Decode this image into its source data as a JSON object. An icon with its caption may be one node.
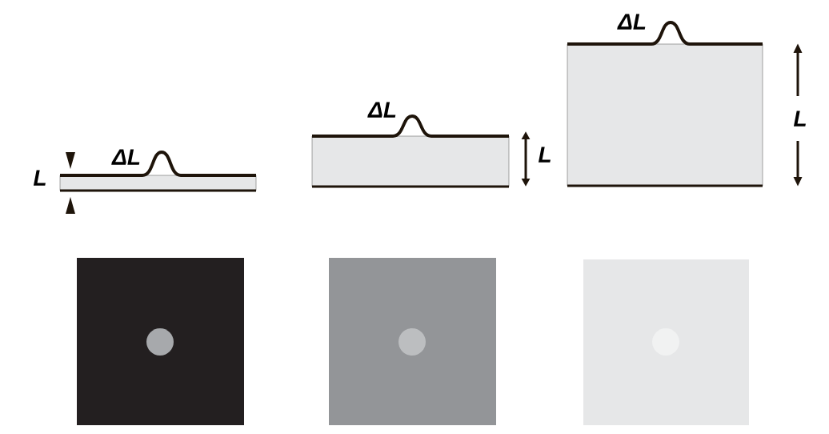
{
  "diagram": {
    "labels": [
      "ΔL",
      "L",
      "ΔL",
      "L",
      "ΔL",
      "L"
    ]
  }
}
